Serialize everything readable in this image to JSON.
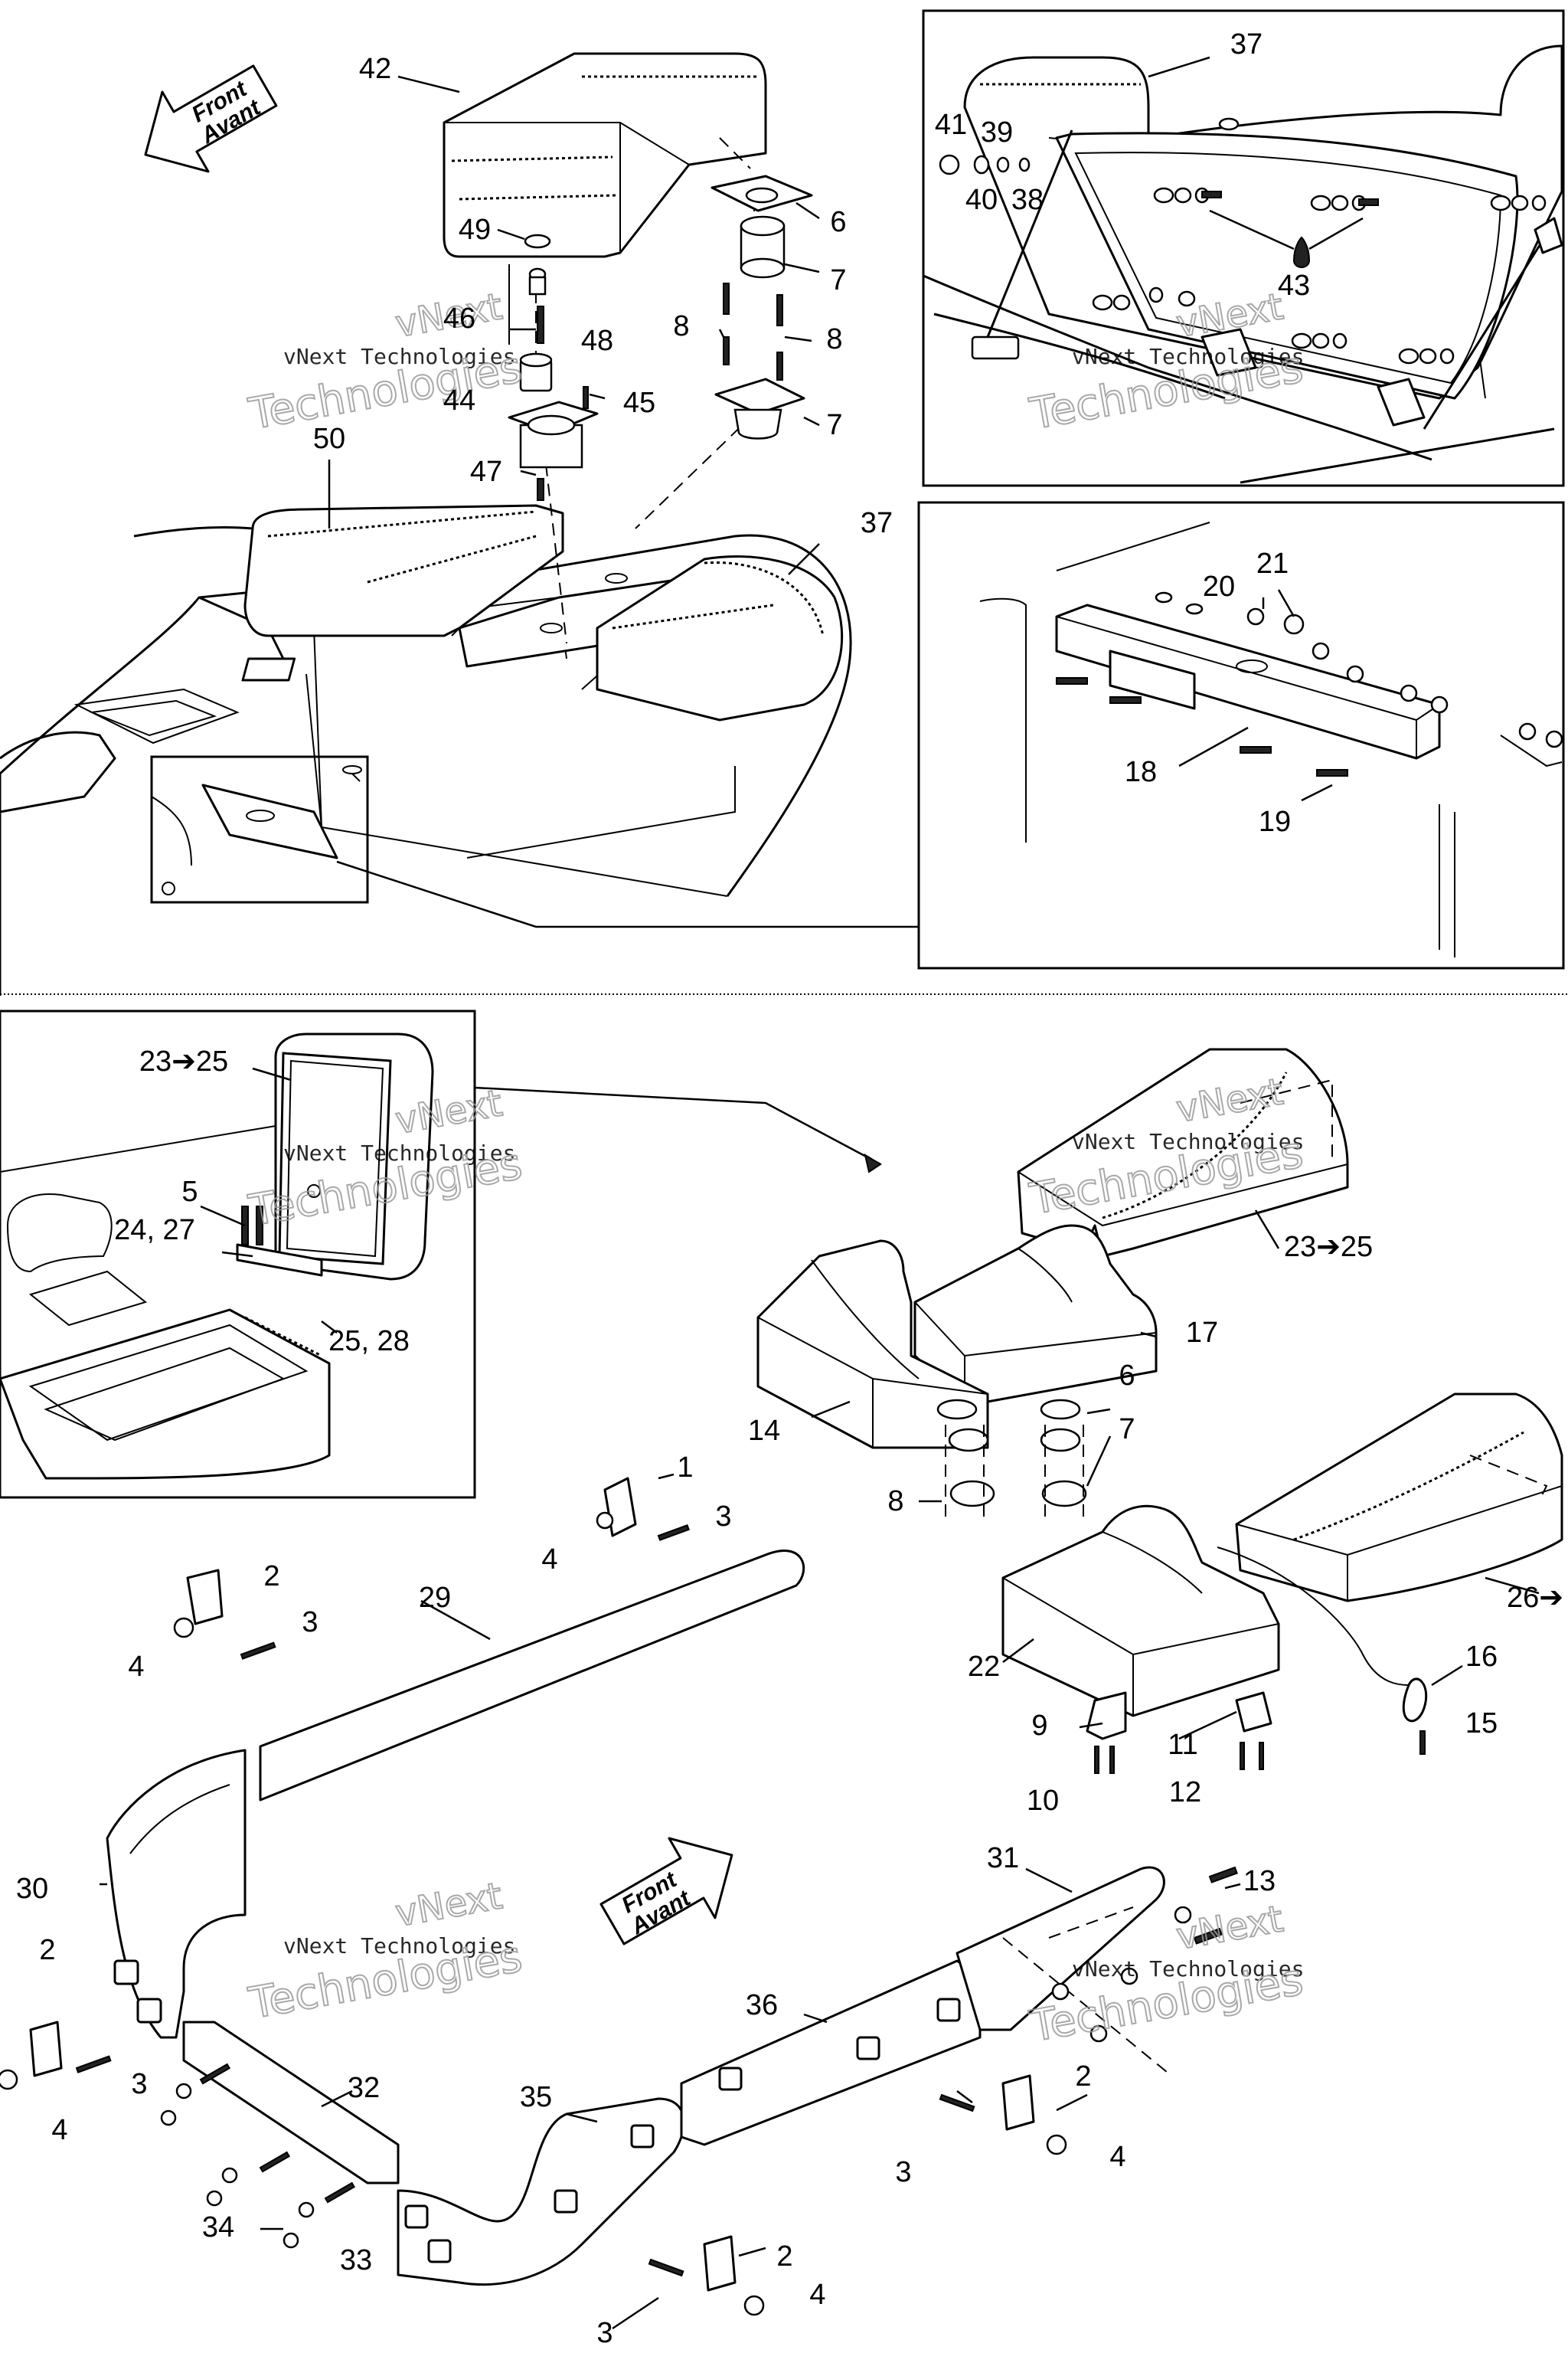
{
  "arrows": {
    "top_line1": "Front",
    "top_line2": "Avant",
    "bottom_line1": "Front",
    "bottom_line2": "Avant"
  },
  "watermark": {
    "line1": "vNext Technologies",
    "big": "Technologies",
    "big_top": "vNext"
  },
  "callouts": {
    "c42": "42",
    "c6a": "6",
    "c7a": "7",
    "c49": "49",
    "c8a": "8",
    "c8b": "8",
    "c46": "46",
    "c48": "48",
    "c44": "44",
    "c45": "45",
    "c7b": "7",
    "c50": "50",
    "c47": "47",
    "c37a": "37",
    "c37b": "37",
    "c41": "41",
    "c39": "39",
    "c40": "40",
    "c38": "38",
    "c43": "43",
    "c20": "20",
    "c21": "21",
    "c18": "18",
    "c19": "19",
    "c23_25a": "23➔25",
    "c5": "5",
    "c24_27": "24, 27",
    "c25_28": "25, 28",
    "c23_25b": "23➔25",
    "c17": "17",
    "c6b": "6",
    "c14": "14",
    "c7c": "7",
    "c8c": "8",
    "c1": "1",
    "c3a": "3",
    "c4a": "4",
    "c2a": "2",
    "c3b": "3",
    "c4b": "4",
    "c29": "29",
    "c26": "26➔",
    "c16": "16",
    "c22": "22",
    "c15": "15",
    "c9": "9",
    "c11": "11",
    "c10": "10",
    "c12": "12",
    "c30": "30",
    "c31": "31",
    "c13": "13",
    "c36": "36",
    "c2b": "2",
    "c3c": "3",
    "c4c": "4",
    "c32": "32",
    "c35": "35",
    "c2c": "2",
    "c3d": "3",
    "c4d": "4",
    "c34": "34",
    "c33": "33",
    "c2d": "2",
    "c3e": "3",
    "c4e": "4"
  }
}
